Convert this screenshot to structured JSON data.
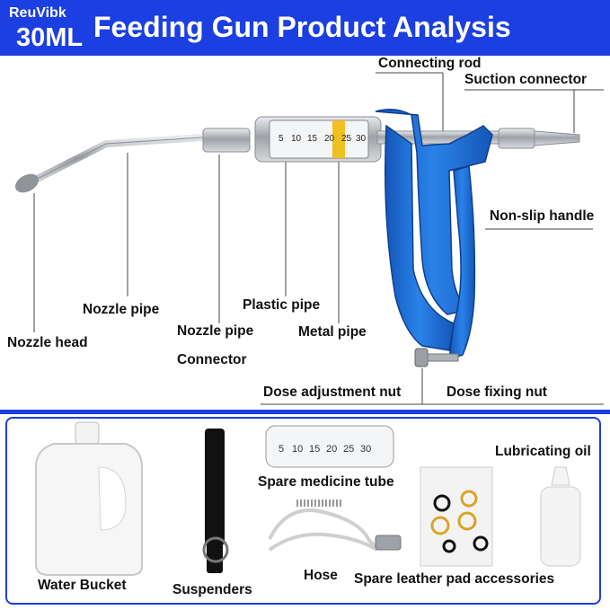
{
  "header": {
    "brand": "ReuVibk",
    "capacity": "30ML",
    "title": "Feeding Gun  Product Analysis"
  },
  "parts": {
    "connecting_rod": "Connecting rod",
    "suction_connector": "Suction connector",
    "non_slip_handle": "Non-slip handle",
    "nozzle_pipe": "Nozzle pipe",
    "plastic_pipe": "Plastic pipe",
    "nozzle_pipe_connector_line1": "Nozzle pipe",
    "nozzle_pipe_connector_line2": "Connector",
    "metal_pipe": "Metal pipe",
    "nozzle_head": "Nozzle head",
    "dose_adjustment_nut": "Dose adjustment nut",
    "dose_fixing_nut": "Dose fixing nut"
  },
  "scale_marks": [
    "5",
    "10",
    "15",
    "20",
    "25",
    "30"
  ],
  "accessories": {
    "lubricating_oil": "Lubricating oil",
    "spare_medicine_tube": "Spare medicine tube",
    "water_bucket": "Water Bucket",
    "suspenders": "Suspenders",
    "hose": "Hose",
    "spare_leather_pad": "Spare leather pad accessories"
  },
  "colors": {
    "header_blue": "#1b3fe0",
    "handle_blue": "#1e6ed6",
    "metal": "#b9bcc0"
  }
}
